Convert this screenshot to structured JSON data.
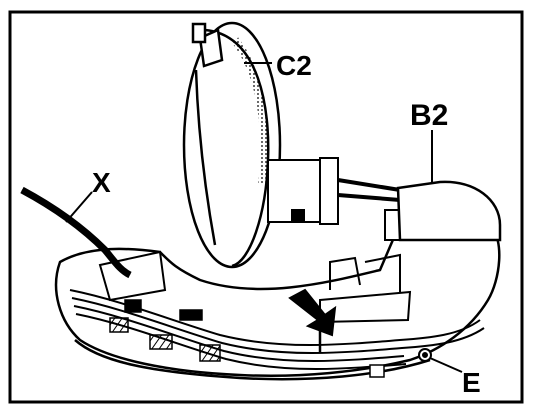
{
  "labels": {
    "c2": "C2",
    "b2": "B2",
    "x": "X",
    "e": "E"
  },
  "colors": {
    "ink": "#000000",
    "paper": "#ffffff"
  }
}
